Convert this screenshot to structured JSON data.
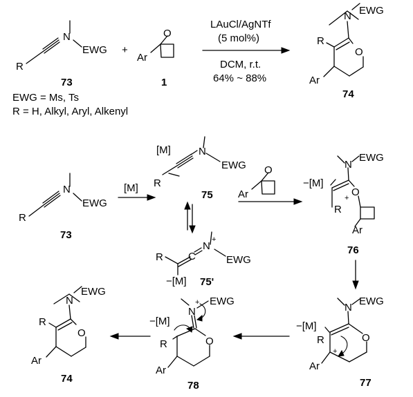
{
  "labels": {
    "atom_n": "N",
    "atom_o": "O",
    "atom_r": "R",
    "atom_ar": "Ar",
    "group_ewg": "EWG",
    "metal": "[M]",
    "metal_neg": "−[M]",
    "charge_plus": "+",
    "charge_minus": "−",
    "plus_sign": "+"
  },
  "compounds": {
    "c73": "73",
    "c1": "1",
    "c74": "74",
    "c75": "75",
    "c75p": "75'",
    "c76": "76",
    "c77": "77",
    "c78": "78"
  },
  "reaction": {
    "catalyst": "LAuCl/AgNTf",
    "loading": "(5 mol%)",
    "solvent": "DCM, r.t.",
    "yield": "64% ~ 88%",
    "arrow_label": "[M]"
  },
  "notes": {
    "ewg": "EWG = Ms, Ts",
    "r_groups": "R = H, Alkyl, Aryl, Alkenyl"
  }
}
